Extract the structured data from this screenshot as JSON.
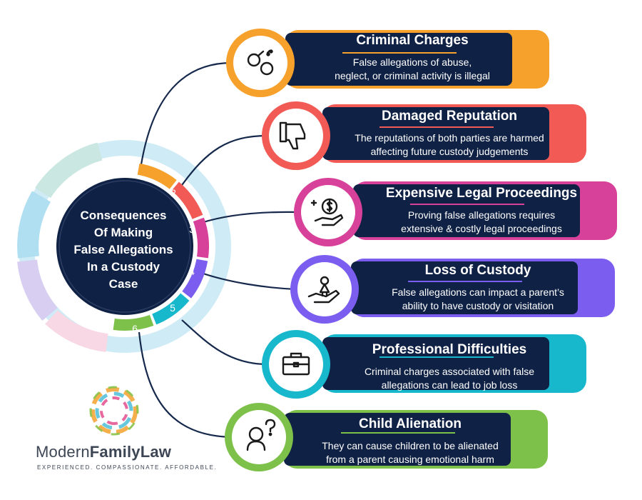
{
  "hub": {
    "title_lines": [
      "Consequences",
      "Of Making",
      "False Allegations",
      "In a Custody",
      "Case"
    ]
  },
  "items": [
    {
      "number": "1",
      "title": "Criminal Charges",
      "desc_lines": [
        "False allegations of abuse,",
        "neglect, or criminal activity is illegal"
      ],
      "color": "#f6a12b",
      "icon": "handcuffs-icon"
    },
    {
      "number": "2",
      "title": "Damaged Reputation",
      "desc_lines": [
        "The reputations of both parties are harmed",
        "affecting future custody judgements"
      ],
      "color": "#f15a55",
      "icon": "thumbs-down-icon"
    },
    {
      "number": "3",
      "title": "Expensive Legal Proceedings",
      "desc_lines": [
        "Proving false allegations requires",
        "extensive & costly legal proceedings"
      ],
      "color": "#d8419a",
      "icon": "money-hand-icon"
    },
    {
      "number": "4",
      "title": "Loss of Custody",
      "desc_lines": [
        "False allegations can impact a parent’s",
        "ability to have custody or visitation"
      ],
      "color": "#7b5ef0",
      "icon": "child-in-hand-icon"
    },
    {
      "number": "5",
      "title": "Professional Difficulties",
      "desc_lines": [
        "Criminal charges associated with false",
        "allegations can lead to job loss"
      ],
      "color": "#18b8cc",
      "icon": "briefcase-icon"
    },
    {
      "number": "6",
      "title": "Child Alienation",
      "desc_lines": [
        "They can cause children to be  alienated",
        "from a parent causing emotional harm"
      ],
      "color": "#7dc04a",
      "icon": "confused-child-icon"
    }
  ],
  "brand": {
    "name_regular": "Modern",
    "name_bold": "FamilyLaw",
    "tagline": "EXPERIENCED. COMPASSIONATE. AFFORDABLE."
  },
  "colors": {
    "navy": "#0f2144",
    "connector": "#16294d"
  }
}
